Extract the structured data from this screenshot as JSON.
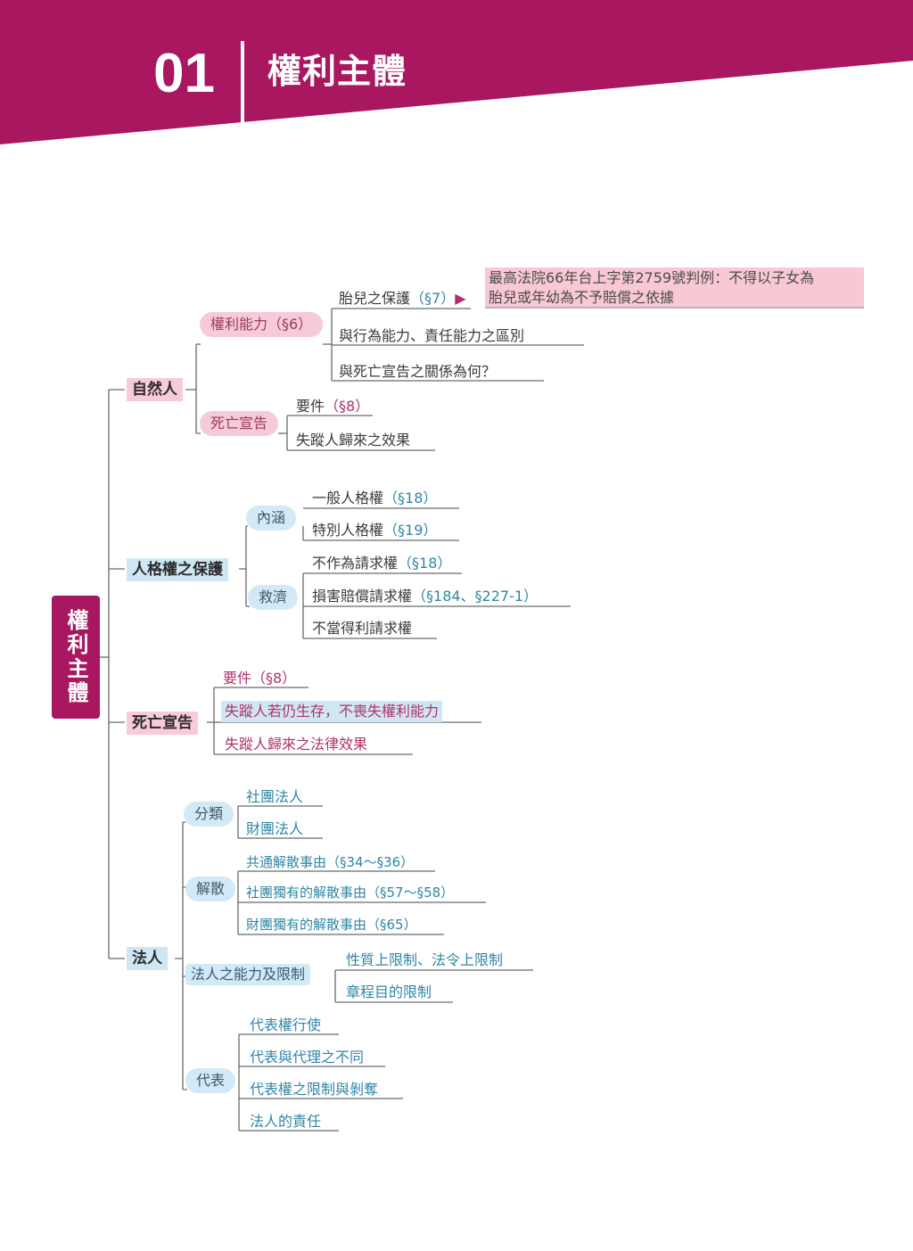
{
  "header": {
    "chapter_number": "01",
    "chapter_title": "權利主體"
  },
  "colors": {
    "banner": "#a8175f",
    "pink_highlight": "#f8cbd8",
    "blue_highlight": "#cfe7f3",
    "magenta_text": "#b0306d",
    "teal_text": "#2f86a5"
  },
  "root": "權利主體",
  "natural_person": {
    "title": "自然人",
    "capacity": {
      "label": "權利能力（§6）",
      "fetus": "胎兒之保護",
      "fetus_ref": "（§7）",
      "arrow": "▶",
      "case_line1": "最高法院66年台上字第2759號判例：不得以子女為",
      "case_line2": "胎兒或年幼為不予賠償之依據",
      "diff": "與行為能力、責任能力之區別",
      "relation": "與死亡宣告之關係為何？"
    },
    "death": {
      "label": "死亡宣告",
      "req": "要件",
      "req_ref": "（§8）",
      "return": "失蹤人歸來之效果"
    }
  },
  "personality": {
    "title": "人格權之保護",
    "content": {
      "label": "內涵",
      "general": "一般人格權",
      "general_ref": "（§18）",
      "special": "特別人格權",
      "special_ref": "（§19）"
    },
    "remedy": {
      "label": "救濟",
      "injunction": "不作為請求權",
      "injunction_ref": "（§18）",
      "damages": "損害賠償請求權",
      "damages_ref": "（§184、§227-1）",
      "unjust": "不當得利請求權"
    }
  },
  "death_decl": {
    "title": "死亡宣告",
    "req": "要件（§8）",
    "alive": "失蹤人若仍生存，不喪失權利能力",
    "return": "失蹤人歸來之法律效果"
  },
  "legal_person": {
    "title": "法人",
    "classification": {
      "label": "分類",
      "assoc": "社團法人",
      "found": "財團法人"
    },
    "dissolution": {
      "label": "解散",
      "common": "共通解散事由（§34～§36）",
      "assoc": "社團獨有的解散事由（§57～§58）",
      "found": "財團獨有的解散事由（§65）"
    },
    "capacity": {
      "label": "法人之能力及限制",
      "nature": "性質上限制、法令上限制",
      "charter": "章程目的限制"
    },
    "representation": {
      "label": "代表",
      "exercise": "代表權行使",
      "diff": "代表與代理之不同",
      "limit": "代表權之限制與剝奪",
      "liability": "法人的責任"
    }
  }
}
